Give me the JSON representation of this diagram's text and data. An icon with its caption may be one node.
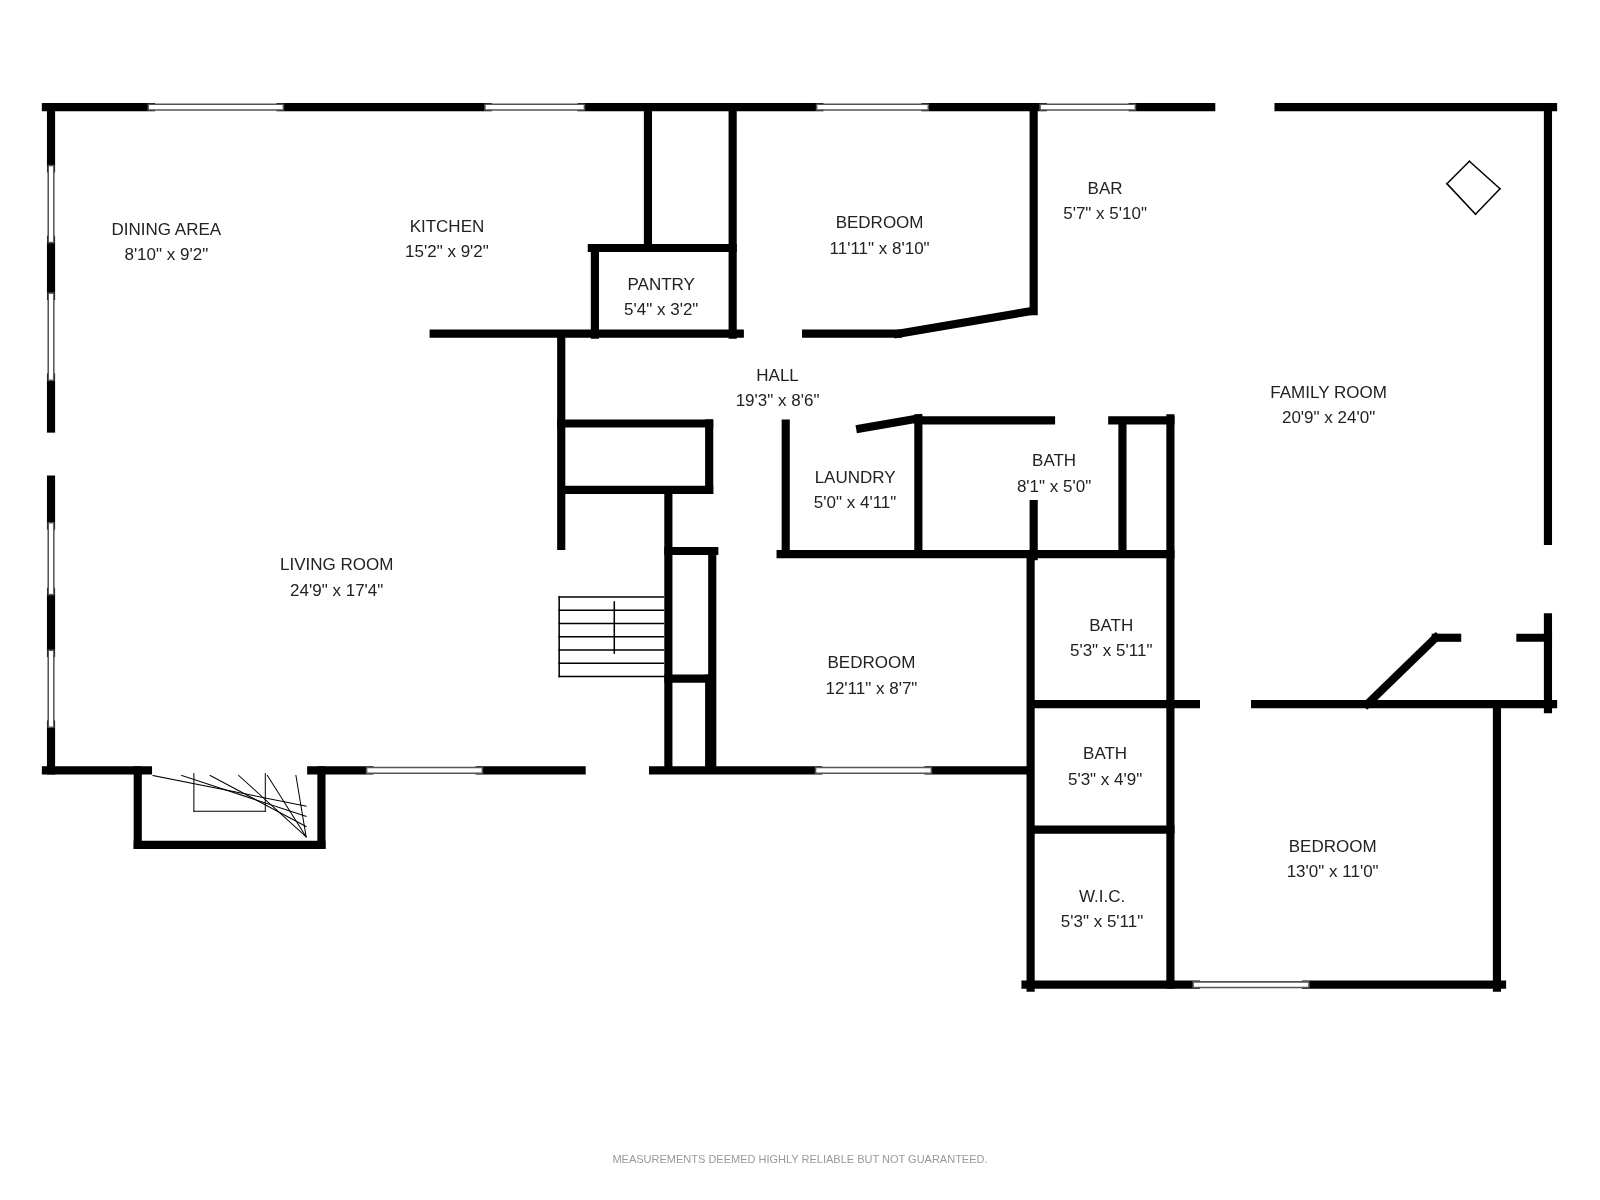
{
  "diagram": {
    "labels": [
      "BAR",
      "5'7\" x 5'10\"",
      "DINING AREA",
      "8'10\" x 9'2\"",
      "KITCHEN",
      "15'2\" x 9'2\"",
      "BEDROOM",
      "11'11\" x 8'10\"",
      "PANTRY",
      "5'4\" x 3'2\"",
      "HALL",
      "19'3\" x 8'6\"",
      "FAMILY ROOM",
      "20'9\" x 24'0\"",
      "BATH",
      "8'1\" x 5'0\"",
      "LAUNDRY",
      "5'0\" x 4'11\"",
      "LIVING ROOM",
      "24'9\" x 17'4\"",
      "BATH",
      "5'3\" x 5'11\"",
      "BEDROOM",
      "12'11\" x 8'7\"",
      "BATH",
      "5'3\" x 4'9\"",
      "BEDROOM",
      "13'0\" x 11'0\"",
      "W.I.C.",
      "5'3\" x 5'11\"",
      "MEASUREMENTS DEEMED HIGHLY RELIABLE BUT NOT GUARANTEED."
    ]
  }
}
